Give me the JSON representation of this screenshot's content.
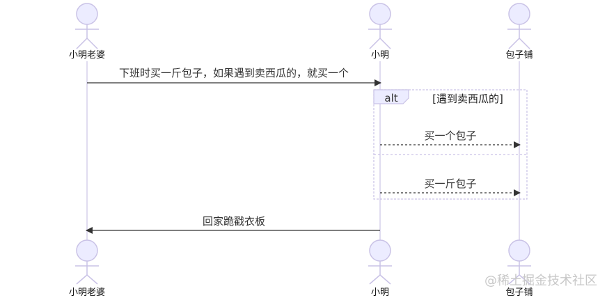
{
  "diagram": {
    "type": "sequence",
    "participants": [
      {
        "id": "wife",
        "label": "小明老婆"
      },
      {
        "id": "xm",
        "label": "小明"
      },
      {
        "id": "shop",
        "label": "包子铺"
      }
    ],
    "messages": [
      {
        "from": "wife",
        "to": "xm",
        "text": "下班时买一斤包子，如果遇到卖西瓜的，就买一个",
        "style": "solid"
      },
      {
        "from": "xm",
        "to": "shop",
        "text": "买一个包子",
        "style": "dashed"
      },
      {
        "from": "xm",
        "to": "shop",
        "text": "买一斤包子",
        "style": "dashed"
      },
      {
        "from": "xm",
        "to": "wife",
        "text": "回家跪戳衣板",
        "style": "solid"
      }
    ],
    "alt_block": {
      "keyword": "alt",
      "condition": "[遇到卖西瓜的]"
    }
  },
  "watermark": "@稀土掘金技术社区",
  "colors": {
    "actor_fill": "#ECECFF",
    "actor_stroke": "#9370DB",
    "lifeline": "#d6d0ec",
    "message": "#333333",
    "alt_border": "#c9c2e6"
  }
}
